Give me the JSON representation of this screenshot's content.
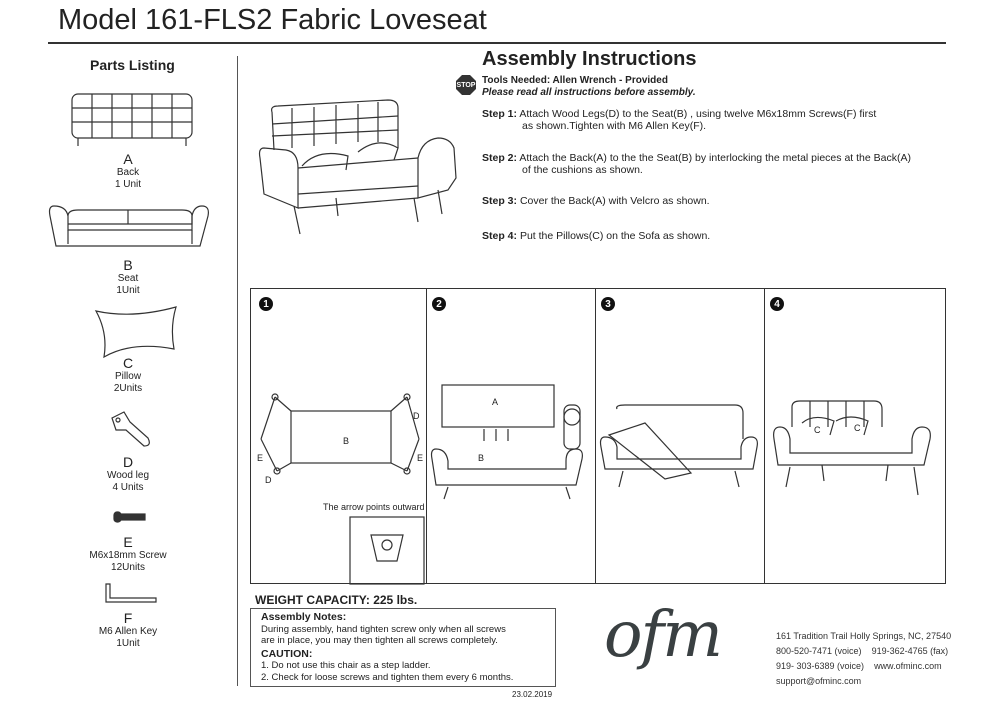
{
  "title": "Model 161-FLS2 Fabric Loveseat",
  "parts": {
    "heading": "Parts Listing",
    "items": [
      {
        "letter": "A",
        "name": "Back",
        "qty": "1 Unit"
      },
      {
        "letter": "B",
        "name": "Seat",
        "qty": "1Unit"
      },
      {
        "letter": "C",
        "name": "Pillow",
        "qty": "2Units"
      },
      {
        "letter": "D",
        "name": "Wood leg",
        "qty": "4 Units"
      },
      {
        "letter": "E",
        "name": "M6x18mm Screw",
        "qty": "12Units"
      },
      {
        "letter": "F",
        "name": "M6 Allen Key",
        "qty": "1Unit"
      }
    ]
  },
  "assembly": {
    "heading": "Assembly Instructions",
    "stop_icon": "STOP",
    "tools": "Tools Needed: Allen Wrench - Provided",
    "read_note": "Please read all instructions before assembly.",
    "steps": [
      {
        "label": "Step 1:",
        "line1": "Attach Wood Legs(D) to the Seat(B) , using twelve M6x18mm Screws(F) first",
        "line2": "as shown.Tighten with M6 Allen Key(F)."
      },
      {
        "label": "Step 2:",
        "line1": "Attach the Back(A) to the the Seat(B) by interlocking the metal pieces at the Back(A)",
        "line2": "of the cushions as shown."
      },
      {
        "label": "Step 3:",
        "line1": "Cover the Back(A) with Velcro as shown.",
        "line2": ""
      },
      {
        "label": "Step 4:",
        "line1": "Put the Pillows(C) on the Sofa as shown.",
        "line2": ""
      }
    ]
  },
  "panels": {
    "numbers": [
      "1",
      "2",
      "3",
      "4"
    ],
    "p1": {
      "seat": "B",
      "leg": "D",
      "screw": "E",
      "arrow_note": "The arrow points outward"
    },
    "p2": {
      "back": "A",
      "seat": "B"
    },
    "p4": {
      "pillow": "C"
    }
  },
  "weight": "WEIGHT CAPACITY: 225 lbs.",
  "notes": {
    "heading": "Assembly Notes:",
    "line1": "During assembly, hand tighten screw only when all screws",
    "line2": "are in place, you may then tighten all screws completely.",
    "caution": "CAUTION:",
    "c1": "1. Do not use this chair as a step ladder.",
    "c2": "2. Check for loose screws and tighten them every 6 months."
  },
  "date": "23.02.2019",
  "logo": "ofm",
  "contact": {
    "address": "161 Tradition Trail  Holly Springs, NC, 27540",
    "voice1": "800-520-7471 (voice)",
    "fax": "919-362-4765 (fax)",
    "voice2": "919- 303-6389 (voice)",
    "web": "www.ofminc.com",
    "email": "support@ofminc.com"
  }
}
